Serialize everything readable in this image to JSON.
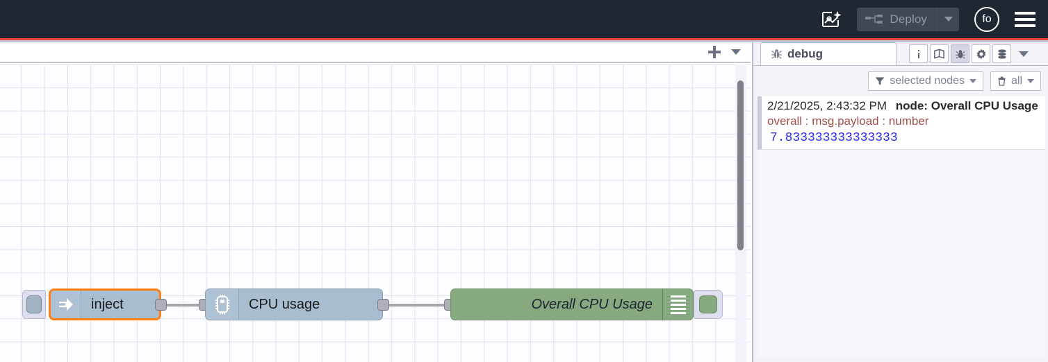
{
  "header": {
    "ai_icon": "flow-sparkle-icon",
    "deploy_label": "Deploy",
    "deploy_caret_icon": "chevron-down-icon",
    "avatar_initials": "fo",
    "menu_icon": "hamburger-menu-icon",
    "background_color": "#1f2733",
    "accent_color": "#e8403a"
  },
  "canvas_toolbar": {
    "add_icon": "plus-icon",
    "more_icon": "chevron-down-icon"
  },
  "flow": {
    "nodes": [
      {
        "id": "inject",
        "label": "inject",
        "type": "inject",
        "icon": "arrow-right-icon",
        "color": "#a9bdd1",
        "selected": true,
        "selection_color": "#ff7f0e",
        "button_icon": "inject-trigger-button"
      },
      {
        "id": "cpu-usage",
        "label": "CPU usage",
        "type": "cpu",
        "icon": "microchip-icon",
        "color": "#a9bdd1",
        "selected": false
      },
      {
        "id": "overall-cpu-usage",
        "label": "Overall CPU Usage",
        "type": "debug",
        "icon": "debug-lines-icon",
        "color": "#87a980",
        "selected": false,
        "toggle_state": "enabled"
      }
    ]
  },
  "sidebar": {
    "tab": {
      "label": "debug",
      "icon": "bug-icon"
    },
    "icon_buttons": [
      {
        "name": "info-icon",
        "glyph": "i",
        "active": false
      },
      {
        "name": "help-book-icon",
        "glyph": "book",
        "active": false
      },
      {
        "name": "debug-bug-icon",
        "glyph": "bug",
        "active": true
      },
      {
        "name": "config-gear-icon",
        "glyph": "gear",
        "active": false
      },
      {
        "name": "context-data-icon",
        "glyph": "database",
        "active": false
      }
    ],
    "icons_more_icon": "chevron-down-icon",
    "filters": {
      "node_filter_label": "selected nodes",
      "node_filter_icon": "funnel-icon",
      "clear_label": "all",
      "clear_icon": "trash-icon"
    },
    "messages": [
      {
        "timestamp": "2/21/2025, 2:43:32 PM",
        "node_label": "node: Overall CPU Usage",
        "topic": "overall : msg.payload : number",
        "value": "7.833333333333333",
        "value_color": "#2d2df0",
        "topic_color": "#a0504d"
      }
    ]
  }
}
